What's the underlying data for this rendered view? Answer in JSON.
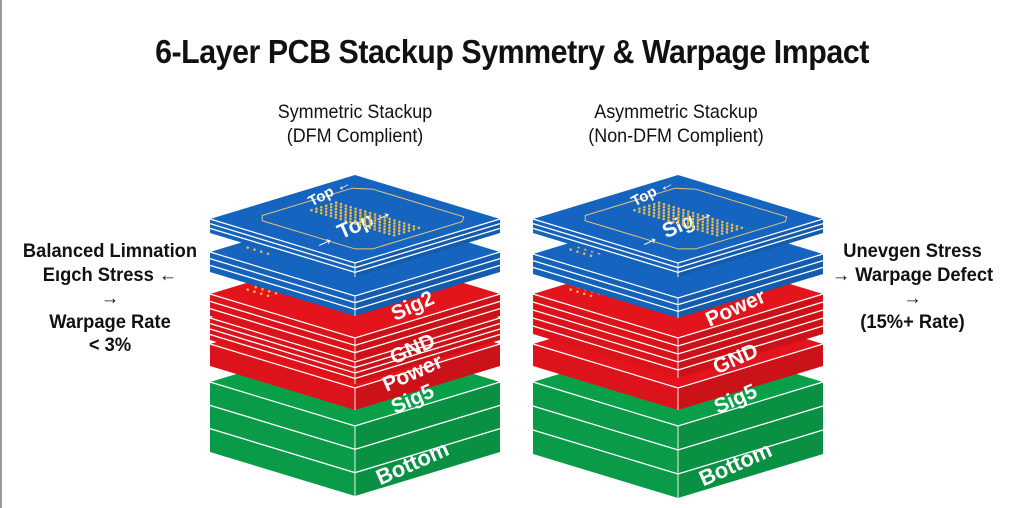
{
  "title": "6-Layer PCB Stackup Symmetry & Warpage Impact",
  "colors": {
    "blue": "#1565c0",
    "blue_side": "#0d56b0",
    "red": "#e3141c",
    "red_side": "#cc1016",
    "green": "#0aa04a",
    "green_side": "#078a3e",
    "via_dots": "#e8b84a",
    "text": "#111111"
  },
  "stacks": [
    {
      "id": "symmetric",
      "heading": "Symmetric Stackup",
      "subheading": "(DFM Complient)",
      "note_lines": [
        "Balanced Limnation",
        "Eıgch Stress ←",
        "→",
        "Warpage Rate",
        "< 3%"
      ],
      "layers": [
        {
          "name": "Top",
          "color": "blue",
          "labels": [
            "Top",
            "Top"
          ]
        },
        {
          "name": "Sig2",
          "color": "blue",
          "labels": [
            "Sig2"
          ]
        },
        {
          "name": "GND",
          "color": "red",
          "labels": [
            "GND"
          ]
        },
        {
          "name": "Power",
          "color": "red",
          "labels": [
            "Power"
          ]
        },
        {
          "name": "Sig5",
          "color": "red",
          "labels": [
            "Sig5"
          ]
        },
        {
          "name": "Bottom",
          "color": "green",
          "labels": [
            "Bottom"
          ]
        }
      ]
    },
    {
      "id": "asymmetric",
      "heading": "Asymmetric Stackup",
      "subheading": "(Non-DFM Complient)",
      "note_lines": [
        "Unevgen Stress",
        "→ Warpage Defect",
        "→",
        "(15%+ Rate)"
      ],
      "layers": [
        {
          "name": "Top",
          "color": "blue",
          "labels": [
            "Top",
            "Sig"
          ]
        },
        {
          "name": "Power",
          "color": "blue",
          "labels": [
            "Power"
          ]
        },
        {
          "name": "GND",
          "color": "red",
          "labels": [
            "GND"
          ]
        },
        {
          "name": "Sig5",
          "color": "red",
          "labels": [
            "Sig5"
          ]
        },
        {
          "name": "Bottom",
          "color": "green",
          "labels": [
            "Bottom"
          ]
        }
      ]
    }
  ]
}
